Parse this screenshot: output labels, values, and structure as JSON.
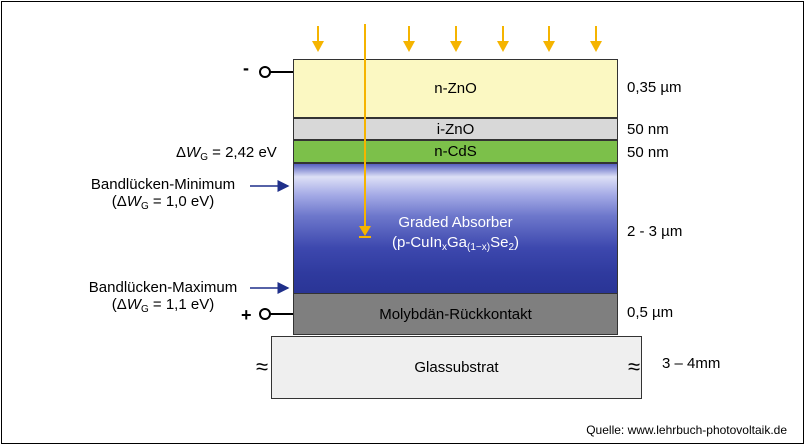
{
  "layers": {
    "zno": "n-ZnO",
    "izno": "i-ZnO",
    "cds": "n-CdS",
    "absorber_line1": "Graded Absorber",
    "absorber_line2_prefix": "(p-CuIn",
    "absorber_sub_x": "x",
    "absorber_ga": "Ga",
    "absorber_sub_1x": "(1−x)",
    "absorber_se": "Se",
    "absorber_sub_2": "2",
    "absorber_close": ")",
    "moly": "Molybdän-Rückkontakt",
    "glass": "Glassubstrat"
  },
  "thickness": {
    "zno": "0,35 µm",
    "izno": "50 nm",
    "cds": "50 nm",
    "absorber": "2 - 3 µm",
    "moly": "0,5 µm",
    "glass": "3 – 4mm"
  },
  "left_labels": {
    "cds_delta": "Δ",
    "cds_w": "W",
    "cds_sub": "G",
    "cds_value": " = 2,42 eV",
    "minimum_title": "Bandlücken-Minimum",
    "minimum_open": "(Δ",
    "minimum_w": "W",
    "minimum_sub": "G",
    "minimum_value": " = 1,0 eV)",
    "maximum_title": "Bandlücken-Maximum",
    "maximum_open": "(Δ",
    "maximum_w": "W",
    "maximum_sub": "G",
    "maximum_value": " = 1,1 eV)"
  },
  "terminals": {
    "minus": "-",
    "plus": "+"
  },
  "wave_symbol": "≈",
  "source": "Quelle: www.lehrbuch-photovoltaik.de",
  "colors": {
    "sun_arrow": "#f5b400",
    "pointer_arrow": "#1f2f8a",
    "zno": "#fbf8c2",
    "izno": "#d8d8d8",
    "cds": "#7cc04a",
    "moly": "#7f7f7f",
    "glass": "#efefef"
  },
  "icons": {
    "sun_arrows": "arrow-down-icon",
    "terminal": "circle-terminal-icon",
    "pointer": "arrow-right-icon"
  }
}
